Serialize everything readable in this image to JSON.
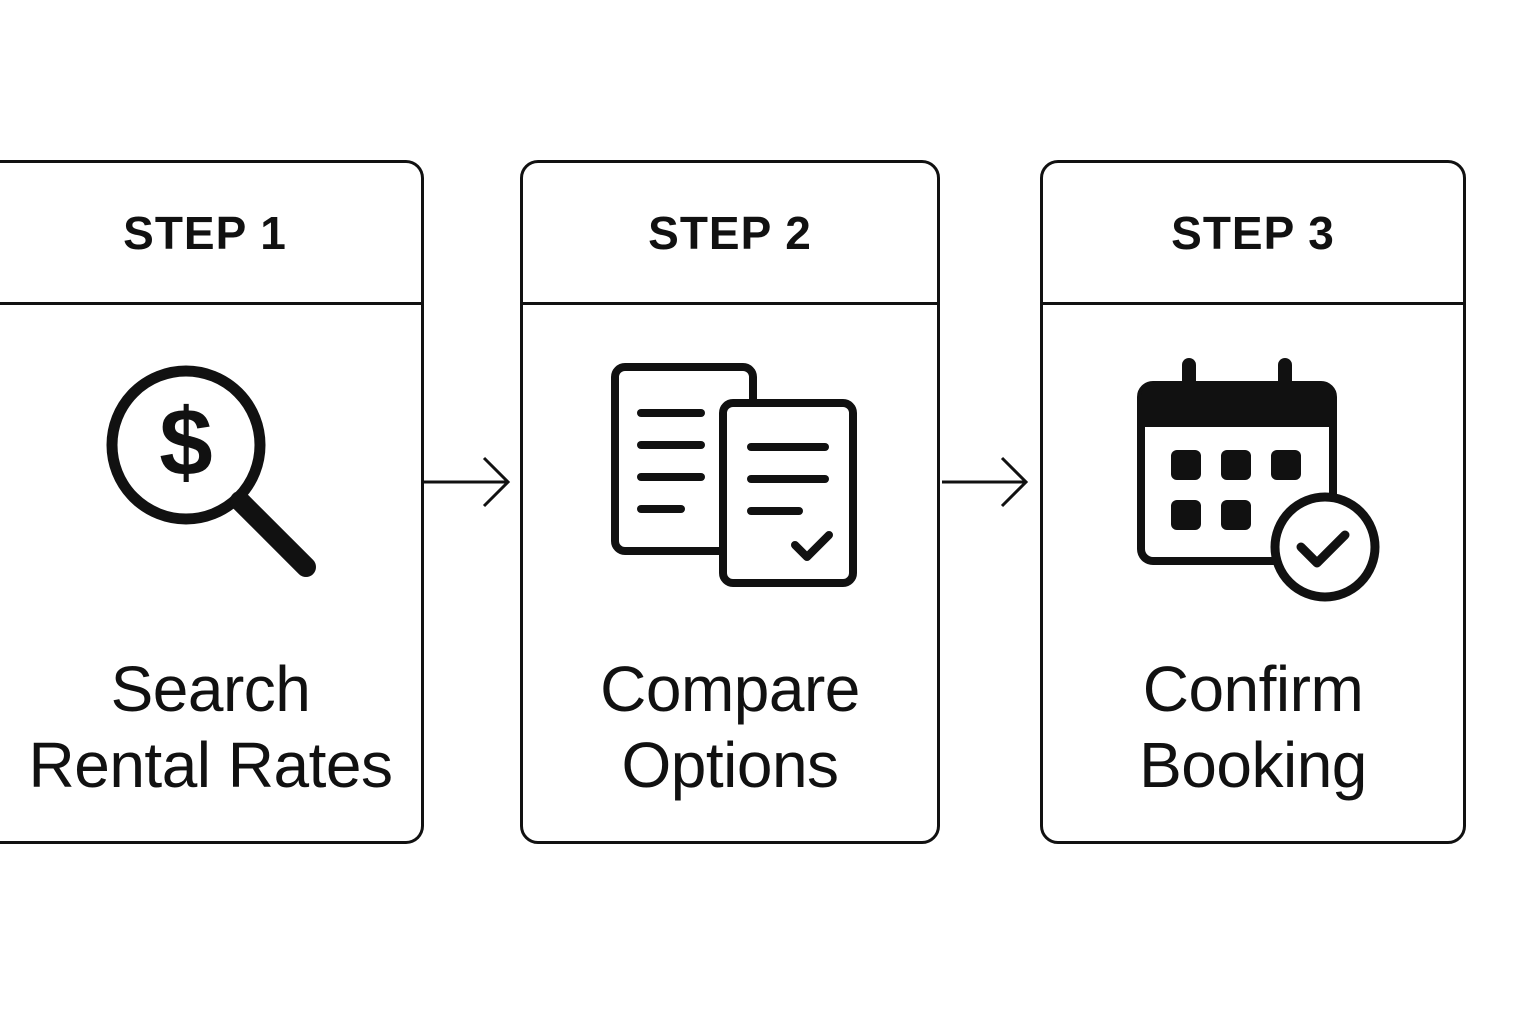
{
  "steps": [
    {
      "label": "STEP 1",
      "title_line1": "Search",
      "title_line2": "Rental Rates",
      "icon": "dollar-magnifier-icon"
    },
    {
      "label": "STEP 2",
      "title_line1": "Compare",
      "title_line2": "Options",
      "icon": "documents-check-icon"
    },
    {
      "label": "STEP 3",
      "title_line1": "Confirm",
      "title_line2": "Booking",
      "icon": "calendar-check-icon"
    }
  ],
  "colors": {
    "ink": "#111111",
    "background": "#ffffff"
  }
}
